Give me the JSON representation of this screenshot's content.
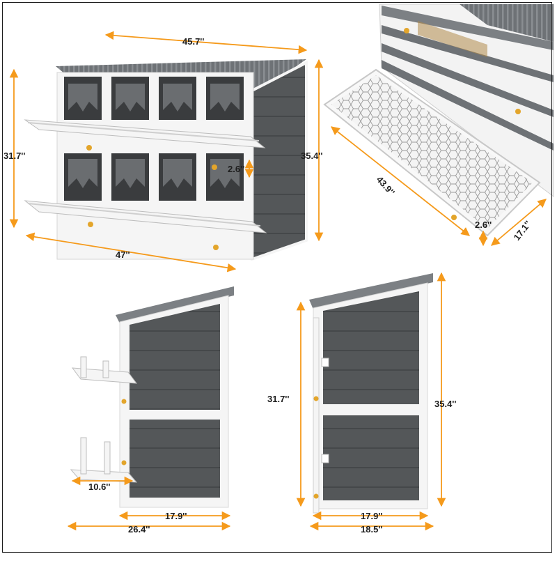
{
  "colors": {
    "dimension_line": "#f59a1b",
    "roof": "#6e7276",
    "panel_dark": "#545759",
    "frame_white": "#f5f5f5",
    "nest_opening": "#3a3c3e",
    "latch": "#e3a52b"
  },
  "dimensions": {
    "front_width_top": "45.7''",
    "front_width_bottom": "47''",
    "front_height_left": "31.7''",
    "front_height_right": "35.4''",
    "perch_gap": "2.6''",
    "tray_length": "43.9''",
    "tray_depth": "17.1''",
    "tray_lip": "2.6''",
    "side_perch_depth": "10.6''",
    "side_depth_body": "17.9''",
    "side_depth_total": "26.4''",
    "back_height_left": "31.7''",
    "back_height_right": "35.4''",
    "back_depth_body": "17.9''",
    "back_depth_total": "18.5''"
  },
  "icons": {
    "latch": "latch-knob-icon"
  }
}
